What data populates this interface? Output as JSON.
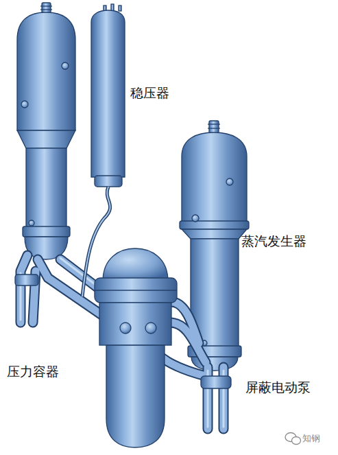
{
  "diagram": {
    "labels": [
      "稳压器",
      "蒸汽发生器",
      "压力容器",
      "屏蔽电动泵",
      "知钢"
    ]
  }
}
